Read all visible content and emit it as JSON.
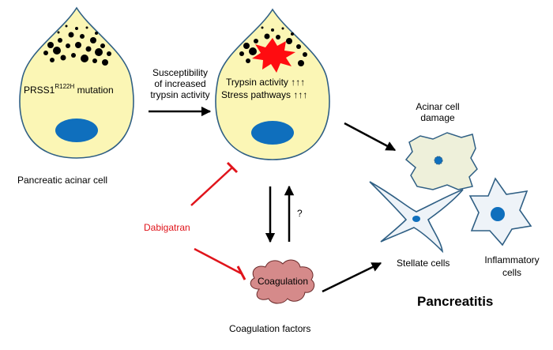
{
  "colors": {
    "cell_fill": "#fbf6b5",
    "nucleus": "#0f6fbd",
    "granule": "#000000",
    "starburst": "#ff0c10",
    "inhibitor": "#e0141b",
    "coagulation_fill": "#d58a8a",
    "damaged_cell_fill": "#eef0da",
    "stellate_fill": "#eef3f8",
    "cell_outline": "#2f5f84"
  },
  "icons": [
    "acinar-cell-icon",
    "activated-acinar-cell-icon",
    "damaged-cell-icon",
    "stellate-cell-icon",
    "inflammatory-cell-icon",
    "coagulation-cloud-icon"
  ],
  "cell1": {
    "mutation_prefix": "PRSS1",
    "mutation_sup": "R122H",
    "mutation_suffix": " mutation",
    "caption": "Pancreatic acinar cell"
  },
  "arrow1": {
    "label_line1": "Susceptibility",
    "label_line2": "of increased",
    "label_line3": "trypsin activity"
  },
  "cell2": {
    "line1": "Trypsin activity ↑↑↑",
    "line2": "Stress pathways ↑↑↑"
  },
  "feedback": {
    "question": "?"
  },
  "inhibitor": {
    "label": "Dabigatran"
  },
  "coagulation": {
    "cloud_label": "Coagulation",
    "caption": "Coagulation factors"
  },
  "outcomes": {
    "damage_line1": "Acinar cell",
    "damage_line2": "damage",
    "stellate": "Stellate cells",
    "inflammatory_line1": "Inflammatory",
    "inflammatory_line2": "cells",
    "result": "Pancreatitis"
  }
}
